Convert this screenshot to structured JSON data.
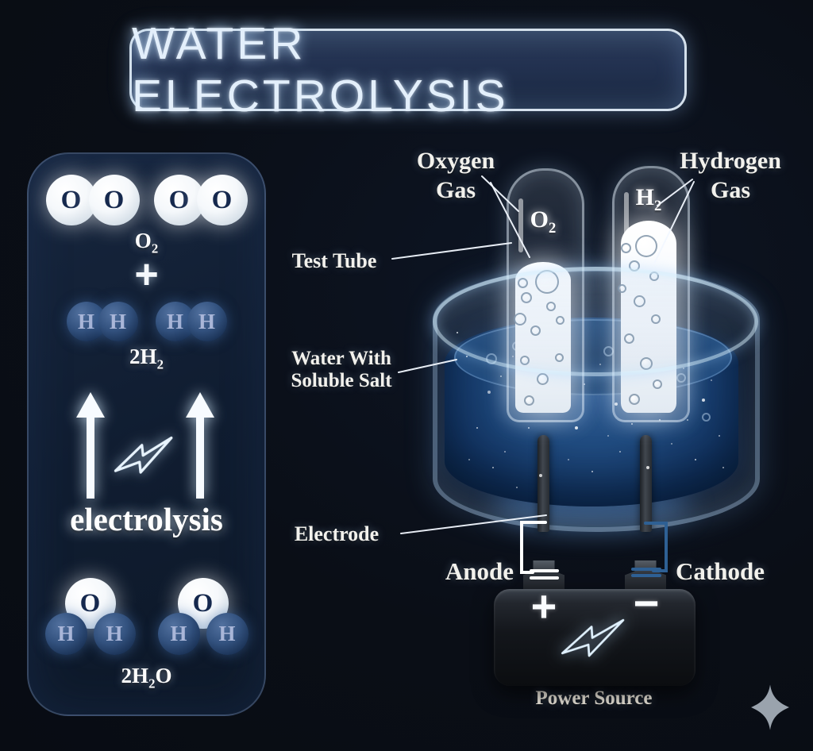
{
  "title": "WATER ELECTROLYSIS",
  "left_panel": {
    "oxygen_molecules": {
      "atoms": [
        "O",
        "O",
        "O",
        "O"
      ],
      "formula": [
        {
          "t": "O"
        },
        {
          "t": "2",
          "sub": true
        }
      ]
    },
    "plus_sign": "+",
    "hydrogen_molecules": {
      "atoms": [
        "H",
        "H",
        "H",
        "H"
      ],
      "formula": [
        {
          "t": "2H"
        },
        {
          "t": "2",
          "sub": true
        }
      ]
    },
    "process_label": "electrolysis",
    "water_molecules": {
      "molecules": [
        {
          "o": "O",
          "h1": "H",
          "h2": "H"
        },
        {
          "o": "O",
          "h1": "H",
          "h2": "H"
        }
      ],
      "formula": [
        {
          "t": "2H"
        },
        {
          "t": "2",
          "sub": true
        },
        {
          "t": "O"
        }
      ]
    }
  },
  "apparatus": {
    "oxygen_gas_label": "Oxygen Gas",
    "hydrogen_gas_label": "Hydrogen Gas",
    "test_tube_label": "Test Tube",
    "water_label": "Water With Soluble Salt",
    "electrode_label": "Electrode",
    "anode_label": "Anode",
    "cathode_label": "Cathode",
    "power_source_label": "Power Source",
    "oxygen_formula": [
      {
        "t": "O"
      },
      {
        "t": "2",
        "sub": true
      }
    ],
    "hydrogen_formula": [
      {
        "t": "H"
      },
      {
        "t": "2",
        "sub": true
      }
    ],
    "battery": {
      "positive": "+",
      "negative": "−"
    }
  },
  "icons": {
    "lightning": "lightning-bolt-icon",
    "arrows": "arrow-up-icon",
    "sparkle": "sparkle-icon"
  },
  "colors": {
    "background": "#0a0e16",
    "glass_blue": "#bcdcff",
    "water_blue": "#1f4a7e",
    "anode_wire": "#ffffff",
    "cathode_wire": "#2e6094",
    "sparkle_gray": "#9aa3ad"
  }
}
